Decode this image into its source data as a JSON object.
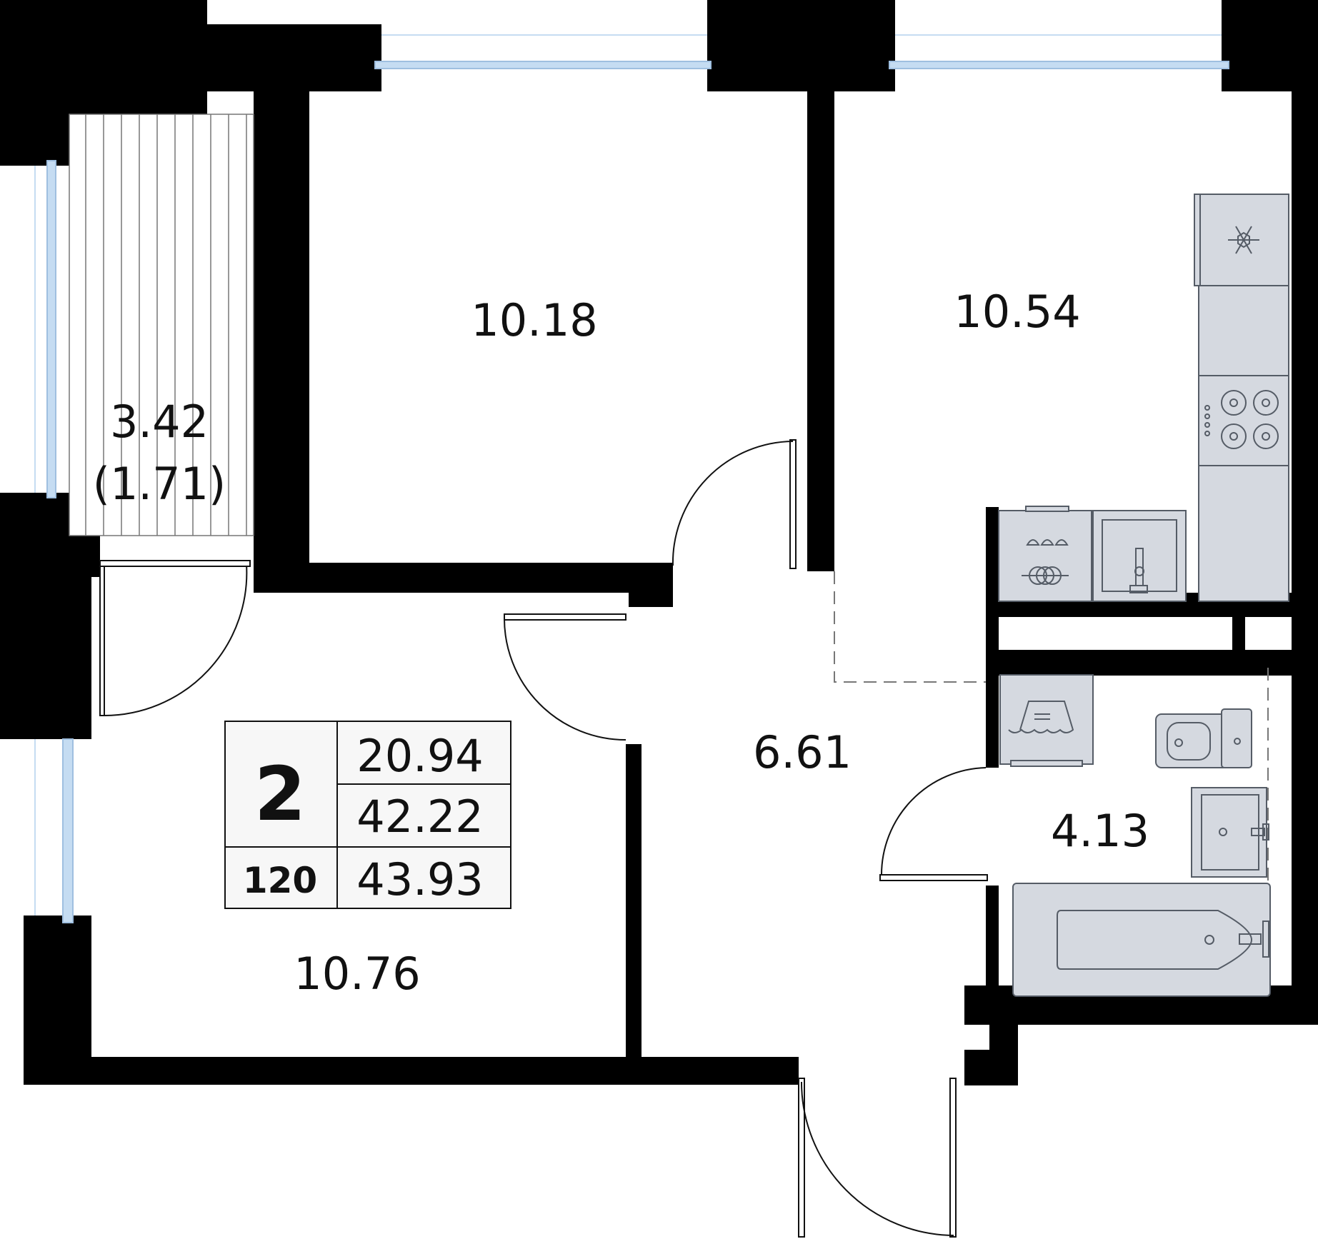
{
  "rooms": {
    "balcony": {
      "area": "3.42",
      "area_reduced": "(1.71)"
    },
    "bedroom": {
      "area": "10.18"
    },
    "kitchen": {
      "area": "10.54"
    },
    "hall": {
      "area": "6.61"
    },
    "bathroom": {
      "area": "4.13"
    },
    "living": {
      "area": "10.76"
    }
  },
  "info_box": {
    "rooms_count": "2",
    "apartment_number": "120",
    "living_area": "20.94",
    "total_area": "42.22",
    "total_area_with_balcony": "43.93"
  },
  "colors": {
    "wall": "#000000",
    "window_glass": "#c5dcf2",
    "fixture_fill": "#d5d9e0",
    "fixture_stroke": "#555c66"
  },
  "icons": [
    "snowflake-icon",
    "stove-icon",
    "sink-icon",
    "washing-machine-icon",
    "toilet-icon",
    "washbasin-icon",
    "bathtub-icon"
  ]
}
